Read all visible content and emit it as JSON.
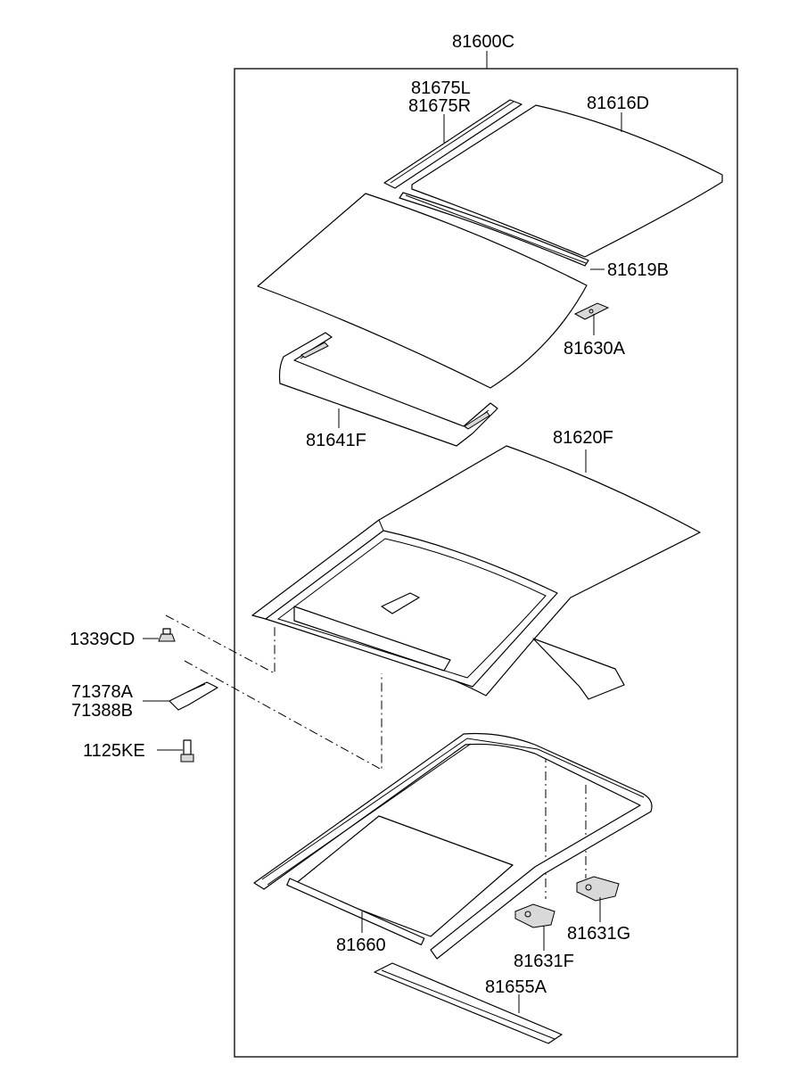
{
  "labels": {
    "assembly": "81600C",
    "deflector_l": "81675L",
    "deflector_r": "81675R",
    "glass_rear": "81616D",
    "weatherstrip": "81619B",
    "bracket": "81630A",
    "glass_front": "81641F",
    "frame_panel": "81620F",
    "nut": "1339CD",
    "clip_a": "71378A",
    "clip_b": "71388B",
    "bolt": "1125KE",
    "sunshade": "81660",
    "motor_g": "81631G",
    "motor_f": "81631F",
    "drain_cover": "81655A"
  }
}
